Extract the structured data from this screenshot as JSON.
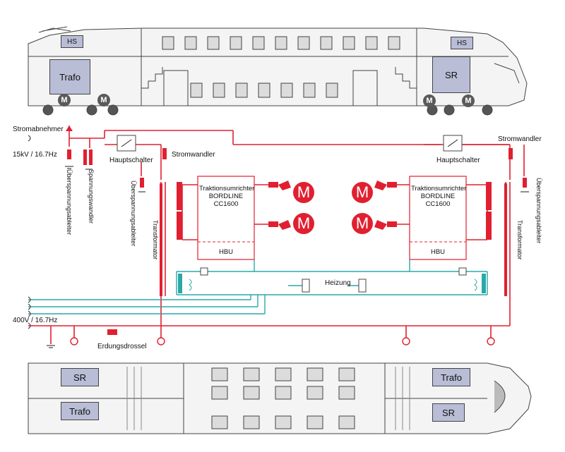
{
  "colors": {
    "red": "#e02030",
    "teal": "#2aa8a8",
    "box": "#b9bdd6",
    "dark": "#444444"
  },
  "train_top": {
    "hs_left": "HS",
    "hs_right": "HS",
    "trafo": "Trafo",
    "sr": "SR",
    "motor_letter": "M"
  },
  "labels": {
    "stromabnehmer": "Stromabnehmer",
    "supply_hv": "15kV / 16.7Hz",
    "hauptschalter_left": "Hauptschalter",
    "stromwandler_left": "Stromwandler",
    "hauptschalter_right": "Hauptschalter",
    "stromwandler_right": "Stromwandler",
    "ueberspannungsableiter_1": "Überspannungsableiter",
    "spannungswandler": "Spannungswandler",
    "ueberspannungsableiter_2": "Überspannungsableiter",
    "transformator_left": "Transformator",
    "transformator_right": "Transformator",
    "ueberspannungsableiter_right": "Überspannungsableiter",
    "heizung": "Heizung",
    "supply_lv": "400V / 16.7Hz",
    "erdungsdrossel": "Erdungsdrossel"
  },
  "converter_left": {
    "line1": "Traktionsumrichter",
    "line2": "BORDLINE",
    "line3": "CC1600",
    "hbu": "HBU"
  },
  "converter_right": {
    "line1": "Traktionsumrichter",
    "line2": "BORDLINE",
    "line3": "CC1600",
    "hbu": "HBU"
  },
  "plan": {
    "sr_left": "SR",
    "trafo_left": "Trafo",
    "trafo_right": "Trafo",
    "sr_right": "SR"
  }
}
